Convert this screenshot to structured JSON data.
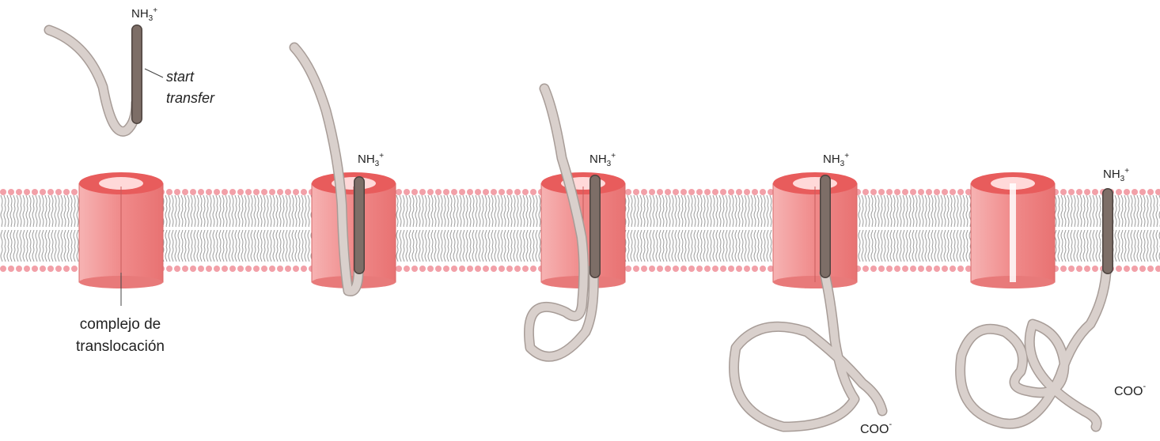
{
  "labels": {
    "nh3_charge": "+",
    "nh3_base": "NH",
    "nh3_sub": "3",
    "start_line1": "start",
    "start_line2": "transfer",
    "complex_line1": "complejo de",
    "complex_line2": "translocación",
    "coo_base": "COO",
    "coo_charge": "-"
  },
  "colors": {
    "channel": "#f08a8a",
    "channel_top": "#e85c5c",
    "channel_inner": "#ffd9d9",
    "peptide": "#d9d0cc",
    "peptide_edge": "#a79c97",
    "signal": "#7d6e67",
    "lipid_head": "#f2a0a8",
    "lipid_tail": "#9b9b9b"
  }
}
